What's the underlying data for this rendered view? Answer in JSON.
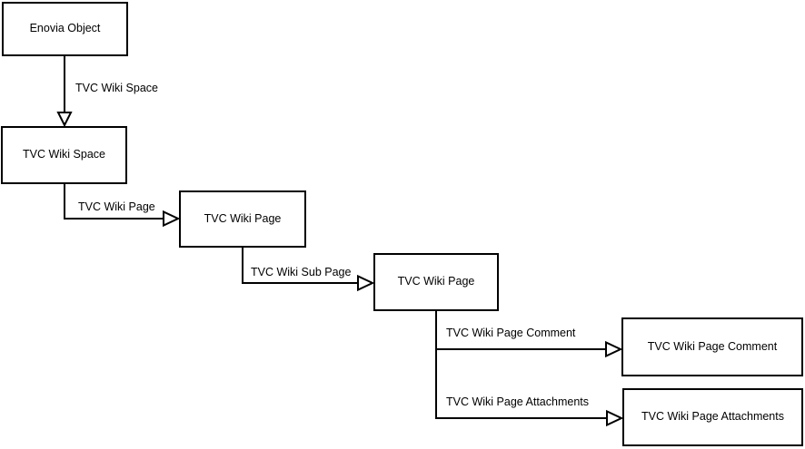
{
  "diagram": {
    "colors": {
      "background": "#ffffff",
      "line": "#000000",
      "box_border": "#000000",
      "box_fill": "#ffffff",
      "text": "#000000"
    },
    "nodes": [
      {
        "label": "Enovia Object"
      },
      {
        "label": "TVC Wiki Space"
      },
      {
        "label": "TVC Wiki Page"
      },
      {
        "label": "TVC Wiki Page"
      },
      {
        "label": "TVC Wiki Page Comment"
      },
      {
        "label": "TVC Wiki Page Attachments"
      }
    ],
    "edges": [
      {
        "label": "TVC Wiki Space",
        "from": "Enovia Object",
        "to": "TVC Wiki Space"
      },
      {
        "label": "TVC Wiki Page",
        "from": "TVC Wiki Space",
        "to": "TVC Wiki Page"
      },
      {
        "label": "TVC Wiki Sub Page",
        "from": "TVC Wiki Page",
        "to": "TVC Wiki Page"
      },
      {
        "label": "TVC Wiki Page Comment",
        "from": "TVC Wiki Page",
        "to": "TVC Wiki Page Comment"
      },
      {
        "label": "TVC Wiki Page Attachments",
        "from": "TVC Wiki Page",
        "to": "TVC Wiki Page Attachments"
      }
    ]
  }
}
